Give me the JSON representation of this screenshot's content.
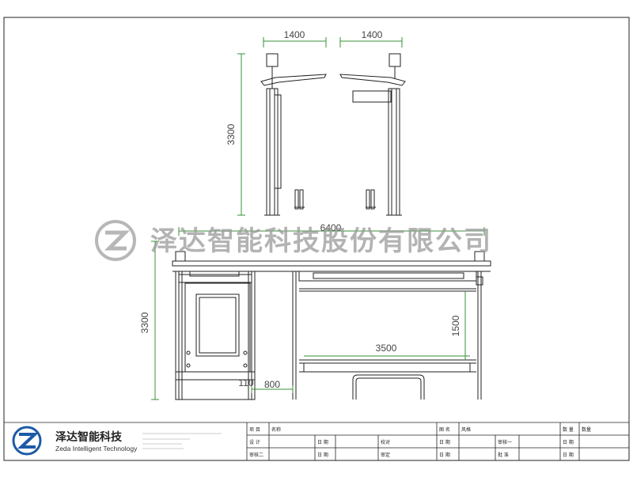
{
  "dimensions": {
    "top_left_width": "1400",
    "top_right_width": "1400",
    "side_height": "3300",
    "overall_width": "6400",
    "front_height": "3300",
    "bench_height": "1500",
    "bench_width": "3500",
    "offset_small": "110",
    "offset_800": "800"
  },
  "watermark": {
    "company": "泽达智能科技股份有限公司"
  },
  "logo": {
    "name_cn": "泽达智能科技",
    "name_en": "Zeda Intelligent Technology"
  },
  "title_block": {
    "c_name_lbl": "名称",
    "c_name_pre": "项  目",
    "c_drawing_lbl": "图  名",
    "c_drawing_val": "风格",
    "c_qty_lbl": "数  量",
    "c_qty_val": "数量",
    "r2_design": "设  计",
    "r2_date": "日  期",
    "r2_check": "校对",
    "r2_date2": "日  期",
    "r2_review": "审核一",
    "r2_date3": "日  期",
    "r3_review2": "审核二",
    "r3_date": "日  期",
    "r3_approve": "审定",
    "r3_date2": "日  期",
    "r3_ratify": "批  准",
    "r3_date3": "日  期"
  },
  "colors": {
    "line": "#222222",
    "dim_green": "#3a8f3a",
    "watermark": "#9a9a9a"
  },
  "icons": [
    "zeda-logo-icon"
  ]
}
